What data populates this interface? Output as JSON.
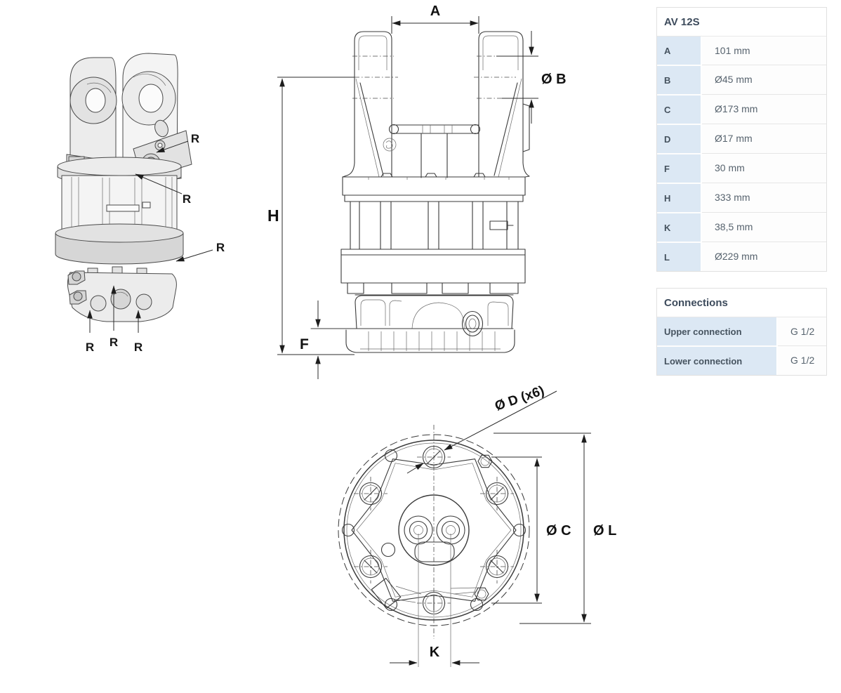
{
  "spec_table": {
    "title": "AV 12S",
    "rows": [
      {
        "label": "A",
        "value": "101 mm"
      },
      {
        "label": "B",
        "value": "Ø45 mm"
      },
      {
        "label": "C",
        "value": "Ø173 mm"
      },
      {
        "label": "D",
        "value": "Ø17 mm"
      },
      {
        "label": "F",
        "value": "30 mm"
      },
      {
        "label": "H",
        "value": "333 mm"
      },
      {
        "label": "K",
        "value": "38,5 mm"
      },
      {
        "label": "L",
        "value": "Ø229 mm"
      }
    ]
  },
  "connections_table": {
    "title": "Connections",
    "rows": [
      {
        "label": "Upper connection",
        "value": "G 1/2"
      },
      {
        "label": "Lower connection",
        "value": "G 1/2"
      }
    ]
  },
  "front_view": {
    "dim_a": "A",
    "dim_b": "Ø B",
    "dim_h": "H",
    "dim_f": "F"
  },
  "bottom_view": {
    "dim_d": "Ø D (x6)",
    "dim_c": "Ø C",
    "dim_l": "Ø L",
    "dim_k": "K"
  },
  "perspective_view": {
    "port_labels": [
      "R",
      "R",
      "R",
      "R",
      "R",
      "R"
    ]
  },
  "colors": {
    "table_label_bg": "#dce8f4",
    "table_border": "#e0e0e0",
    "heading_text": "#3d4b5c",
    "value_text": "#57636e",
    "drawing_line": "#3a3a3a"
  }
}
